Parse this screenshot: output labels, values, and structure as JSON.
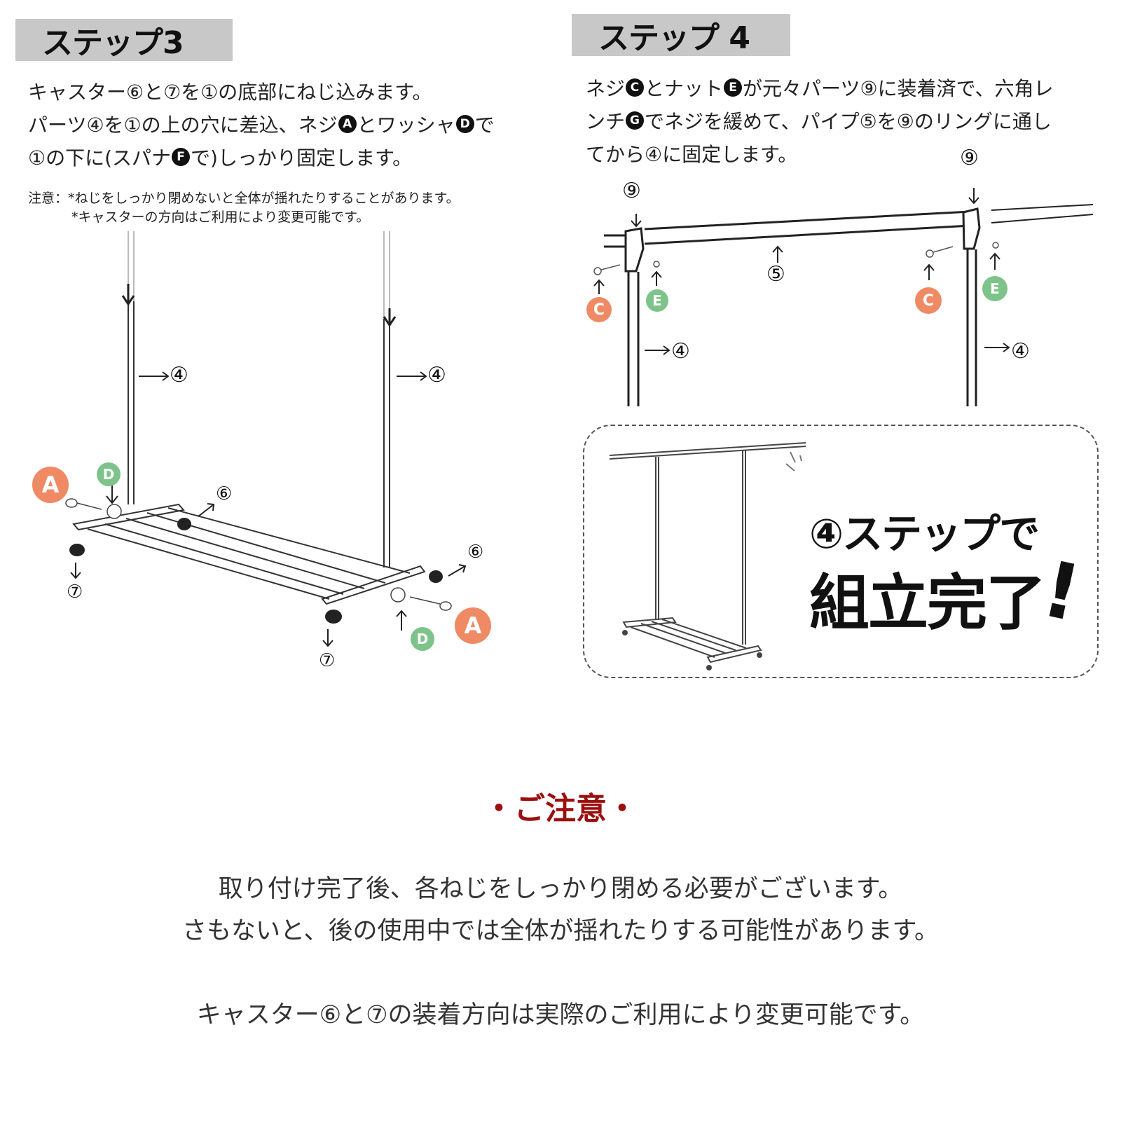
{
  "step3": {
    "heading": "ステップ3",
    "lines": [
      "キャスター⑥と⑦を①の底部にねじ込みます。",
      [
        "パーツ④を①の上の穴に差込、ネジ",
        "A",
        "とワッシャ",
        "D",
        "で"
      ],
      [
        "①の下に(スパナ",
        "F",
        "で)しっかり固定します。"
      ]
    ],
    "line2_a": "パーツ④を①の上の穴に差込、ネジ",
    "line2_badge1": "A",
    "line2_b": "とワッシャ",
    "line2_badge2": "D",
    "line2_c": "で",
    "line3_a": "①の下に(スパナ",
    "line3_badge": "F",
    "line3_b": "で)しっかり固定します。",
    "note_line1": "注意：*ねじをしっかり閉めないと全体が揺れたりすることがあります。",
    "note_line2": "*キャスターの方向はご利用により変更可能です。",
    "diagram": {
      "labels": [
        "④",
        "④",
        "⑥",
        "⑥",
        "⑦",
        "⑦"
      ],
      "badges": [
        {
          "letter": "A",
          "color": "#ef8a64"
        },
        {
          "letter": "D",
          "color": "#7dc38a"
        },
        {
          "letter": "D",
          "color": "#7dc38a"
        },
        {
          "letter": "A",
          "color": "#ef8a64"
        }
      ]
    }
  },
  "step4": {
    "heading": "ステップ 4",
    "line1_a": "ネジ",
    "line1_badge1": "C",
    "line1_b": "とナット",
    "line1_badge2": "E",
    "line1_c": "が元々パーツ⑨に装着済で、六角レ",
    "line2_a": "ンチ",
    "line2_badge": "G",
    "line2_b": "でネジを緩めて、パイプ⑤を⑨のリングに通し",
    "line3": "てから④に固定します。",
    "diagram": {
      "labels": [
        "⑨",
        "⑨",
        "⑤",
        "④",
        "④"
      ],
      "badges": [
        {
          "letter": "C",
          "color": "#ef8a64"
        },
        {
          "letter": "E",
          "color": "#7dc38a"
        },
        {
          "letter": "C",
          "color": "#ef8a64"
        },
        {
          "letter": "E",
          "color": "#7dc38a"
        }
      ]
    }
  },
  "completion": {
    "line1": "④ステップで",
    "line2": "組立完了",
    "exclaim": "!"
  },
  "caution": {
    "title": "・ご注意・",
    "title_color": "#9c0f0f",
    "line1": "取り付け完了後、各ねじをしっかり閉める必要がございます。",
    "line2": "さもないと、後の使用中では全体が揺れたりする可能性があります。",
    "line3": "キャスター⑥と⑦の装着方向は実際のご利用により変更可能です。"
  }
}
